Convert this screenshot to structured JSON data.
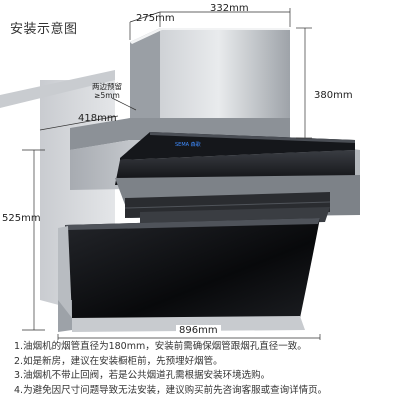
{
  "title": "安装示意图",
  "brand": "SEMA 森歌",
  "colors": {
    "steel_light": "#d9dbde",
    "steel_mid": "#a9adb3",
    "steel_dark": "#6f747b",
    "glass": "#0e0f12",
    "display": "#3f8cff",
    "wall": "#b7bbc1"
  },
  "dimensions": {
    "chimney_depth": "275mm",
    "chimney_width": "332mm",
    "chimney_height": "380mm",
    "side_gap_label": "两边预留",
    "side_gap_value": "≥5mm",
    "body_depth": "418mm",
    "body_height": "525mm",
    "body_width": "896mm"
  },
  "notes": [
    "1.油烟机的烟管直径为180mm，安装前需确保烟管跟烟孔直径一致。",
    "2.如是新房，建议在安装橱柜前，先预埋好烟管。",
    "3.油烟机不带止回阀，若是公共烟道孔需根据安装环境选购。",
    "4.为避免因尺寸问题导致无法安装，建议购买前先咨询客服或查询详情页。"
  ]
}
